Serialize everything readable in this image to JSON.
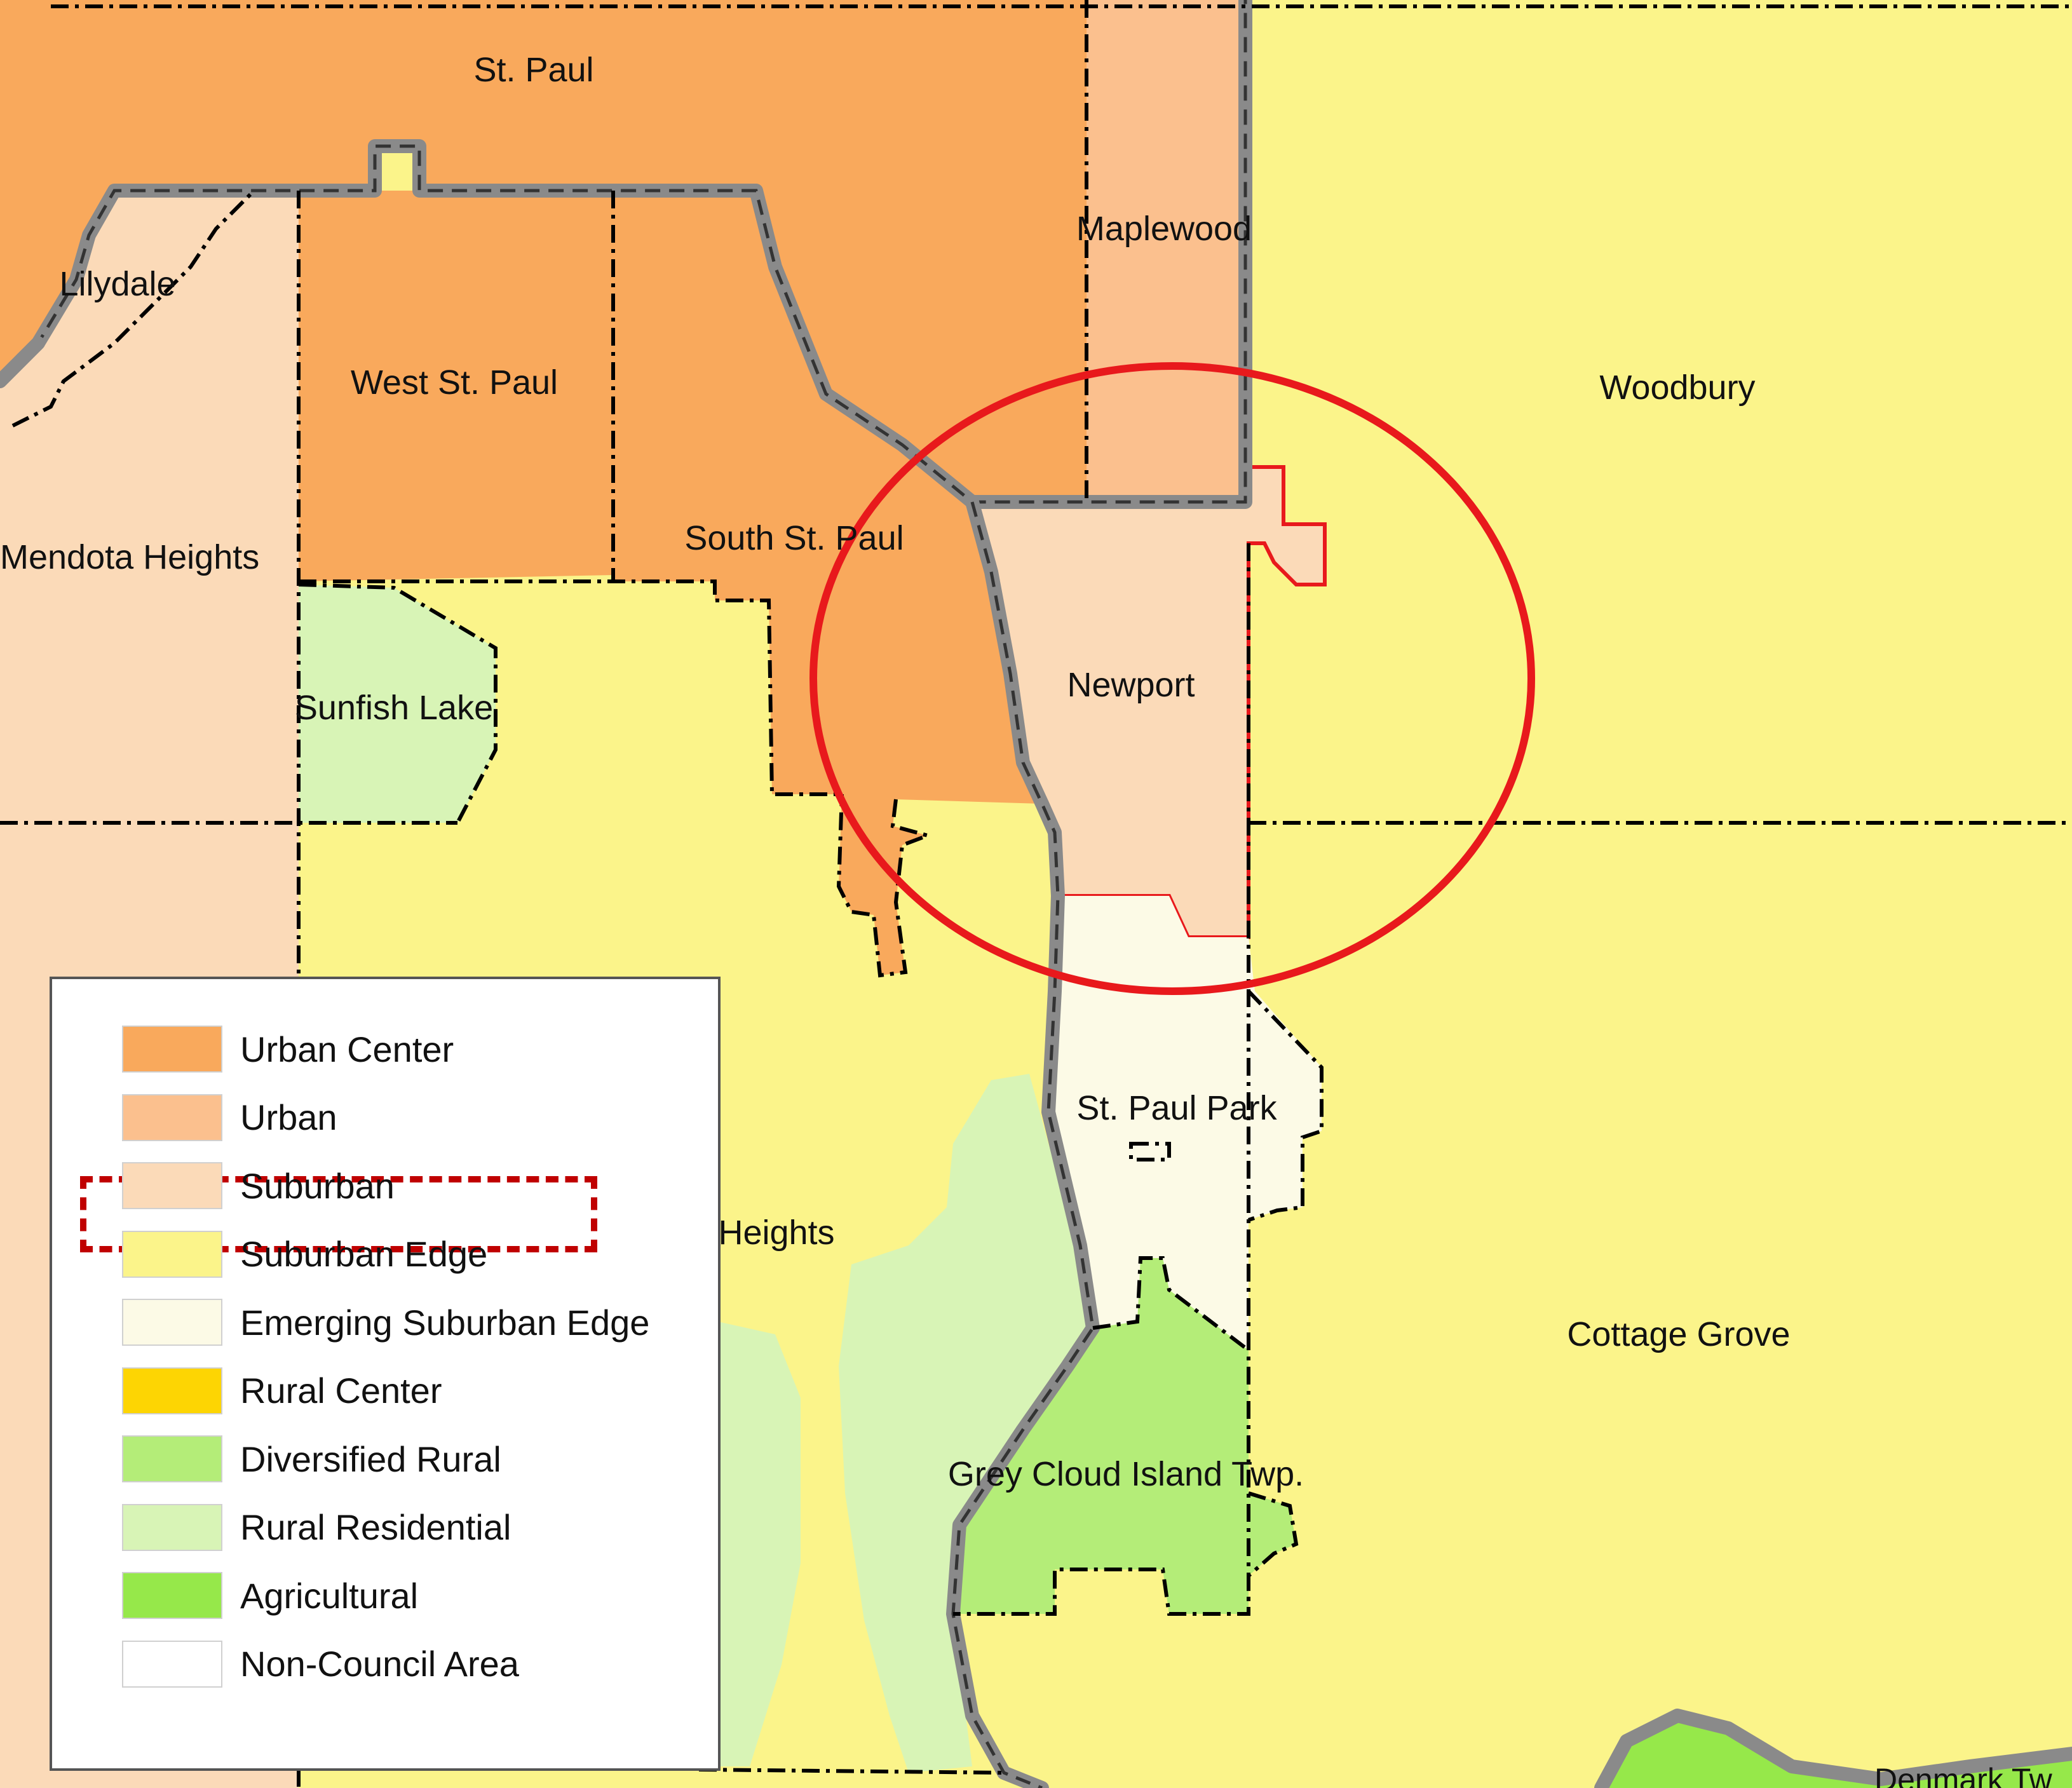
{
  "map": {
    "places": [
      {
        "key": "st-paul",
        "label": "St. Paul"
      },
      {
        "key": "maplewood",
        "label": "Maplewood"
      },
      {
        "key": "lilydale",
        "label": "Lilydale"
      },
      {
        "key": "west-st-paul",
        "label": "West St. Paul"
      },
      {
        "key": "woodbury",
        "label": "Woodbury"
      },
      {
        "key": "south-st-paul",
        "label": "South St. Paul"
      },
      {
        "key": "mendota-heights",
        "label": "Mendota Heights"
      },
      {
        "key": "newport",
        "label": "Newport"
      },
      {
        "key": "sunfish-lake",
        "label": "Sunfish Lake"
      },
      {
        "key": "st-paul-park",
        "label": "St. Paul Park"
      },
      {
        "key": "heights",
        "label": "Heights"
      },
      {
        "key": "cottage-grove",
        "label": "Cottage Grove"
      },
      {
        "key": "grey-cloud-island-twp",
        "label": "Grey Cloud Island Twp."
      },
      {
        "key": "denmark-twp",
        "label": "Denmark Tw"
      }
    ],
    "highlight_color": "#e8191c"
  },
  "legend": {
    "items": [
      {
        "label": "Urban Center",
        "color": "#f9a95c"
      },
      {
        "label": "Urban",
        "color": "#fbc08e"
      },
      {
        "label": "Suburban",
        "color": "#fbdab8",
        "highlighted": true
      },
      {
        "label": "Suburban Edge",
        "color": "#fbf48a"
      },
      {
        "label": "Emerging Suburban Edge",
        "color": "#fcfae6"
      },
      {
        "label": "Rural Center",
        "color": "#fdd503"
      },
      {
        "label": "Diversified Rural",
        "color": "#b4ed78"
      },
      {
        "label": "Rural Residential",
        "color": "#d8f4b6"
      },
      {
        "label": "Agricultural",
        "color": "#96e84a"
      },
      {
        "label": "Non-Council Area",
        "color": "#ffffff"
      }
    ]
  }
}
